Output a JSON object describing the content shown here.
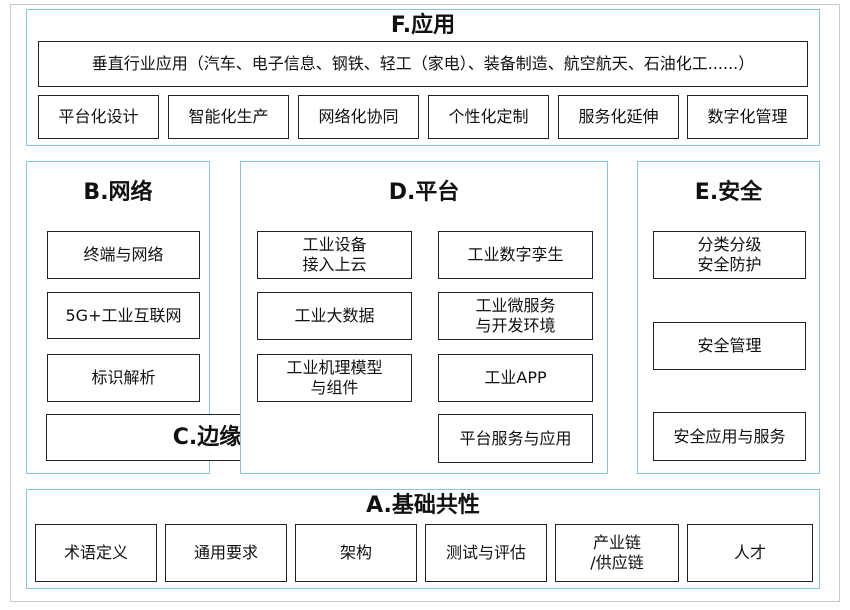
{
  "F": {
    "title": "F.应用",
    "industries": "垂直行业应用（汽车、电子信息、钢铁、轻工（家电）、装备制造、航空航天、石油化工......）",
    "items": [
      "平台化设计",
      "智能化生产",
      "网络化协同",
      "个性化定制",
      "服务化延伸",
      "数字化管理"
    ]
  },
  "B": {
    "title": "B.网络",
    "items": [
      "终端与网络",
      "5G+工业互联网",
      "标识解析"
    ]
  },
  "C": {
    "title": "C.边缘计算"
  },
  "D": {
    "title": "D.平台",
    "items": [
      "工业设备\n接入上云",
      "工业数字孪生",
      "工业大数据",
      "工业微服务\n与开发环境",
      "工业机理模型\n与组件",
      "工业APP",
      "平台服务与应用"
    ]
  },
  "E": {
    "title": "E.安全",
    "items": [
      "分类分级\n安全防护",
      "安全管理",
      "安全应用与服务"
    ]
  },
  "A": {
    "title": "A.基础共性",
    "items": [
      "术语定义",
      "通用要求",
      "架构",
      "测试与评估",
      "产业链\n/供应链",
      "人才"
    ]
  }
}
